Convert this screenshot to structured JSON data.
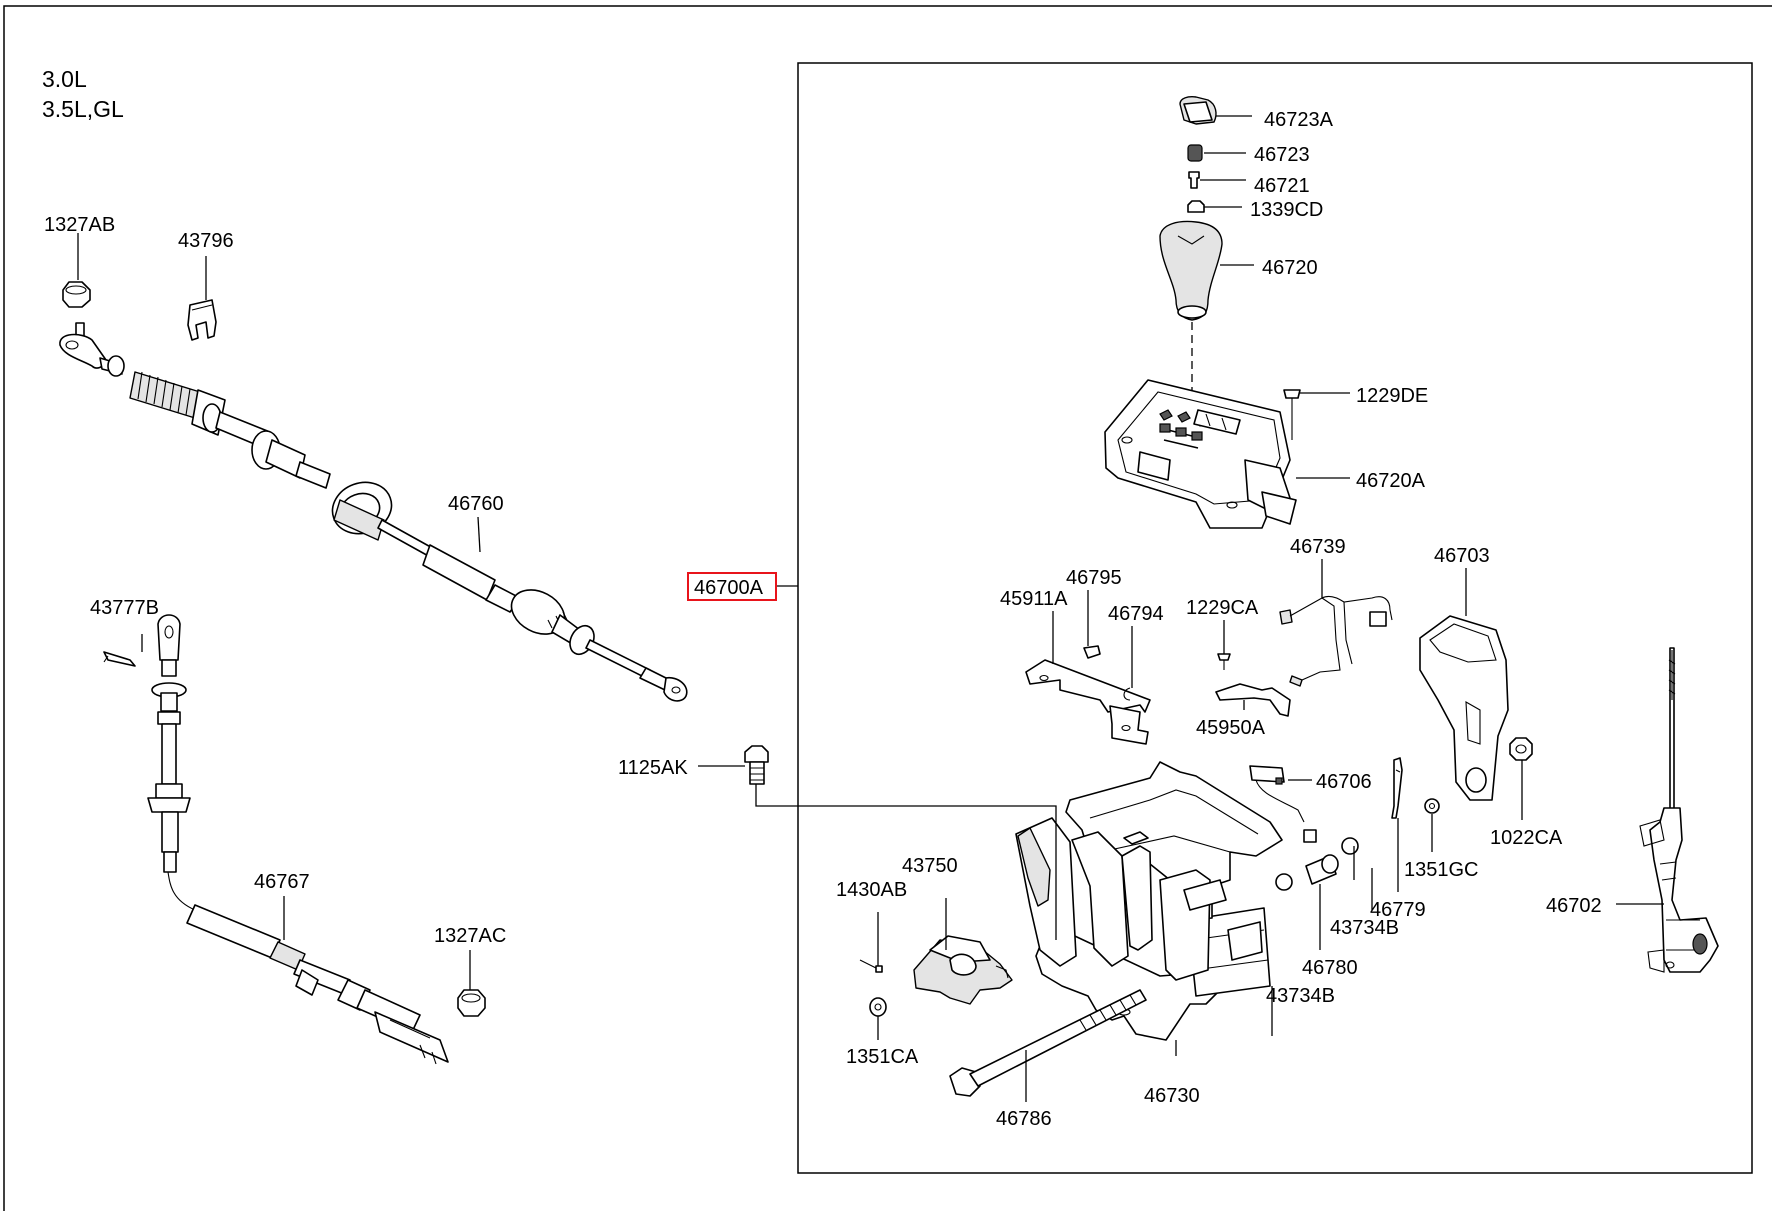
{
  "engine": {
    "line1": "3.0L",
    "line2": "3.5L,GL"
  },
  "assembly": {
    "label": "46700A",
    "highlight_color": "#e8141b"
  },
  "parts": {
    "p1327AB": "1327AB",
    "p43796": "43796",
    "p46760": "46760",
    "p43777B": "43777B",
    "p46767": "46767",
    "p1327AC": "1327AC",
    "p1125AK": "1125AK",
    "p46723A": "46723A",
    "p46723": "46723",
    "p46721": "46721",
    "p1339CD": "1339CD",
    "p46720": "46720",
    "p1229DE": "1229DE",
    "p46720A": "46720A",
    "p46739": "46739",
    "p46703": "46703",
    "p46795": "46795",
    "p45911A": "45911A",
    "p46794": "46794",
    "p1229CA": "1229CA",
    "p45950A": "45950A",
    "p46706": "46706",
    "p1022CA": "1022CA",
    "p1351GC": "1351GC",
    "p46779": "46779",
    "p43734B_a": "43734B",
    "p43734B_b": "43734B",
    "p46780": "46780",
    "p43750": "43750",
    "p1430AB": "1430AB",
    "p1351CA": "1351CA",
    "p46786": "46786",
    "p46730": "46730",
    "p46702": "46702"
  }
}
